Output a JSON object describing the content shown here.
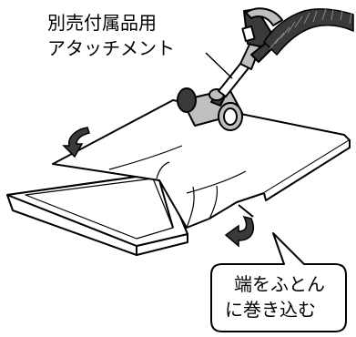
{
  "callouts": {
    "attachment": {
      "line1": "別売付属品用",
      "line2": "アタッチメント"
    },
    "futon_tuck": {
      "line1": "端をふとん",
      "line2": "に巻き込む"
    }
  },
  "colors": {
    "line": "#000000",
    "fill_light": "#ffffff",
    "fill_gray": "#bfbfbf",
    "fill_dark": "#3a3a3a"
  },
  "icons": [
    "vacuum-handle",
    "vacuum-hose",
    "attachment-nozzle",
    "rotation-arrow"
  ]
}
